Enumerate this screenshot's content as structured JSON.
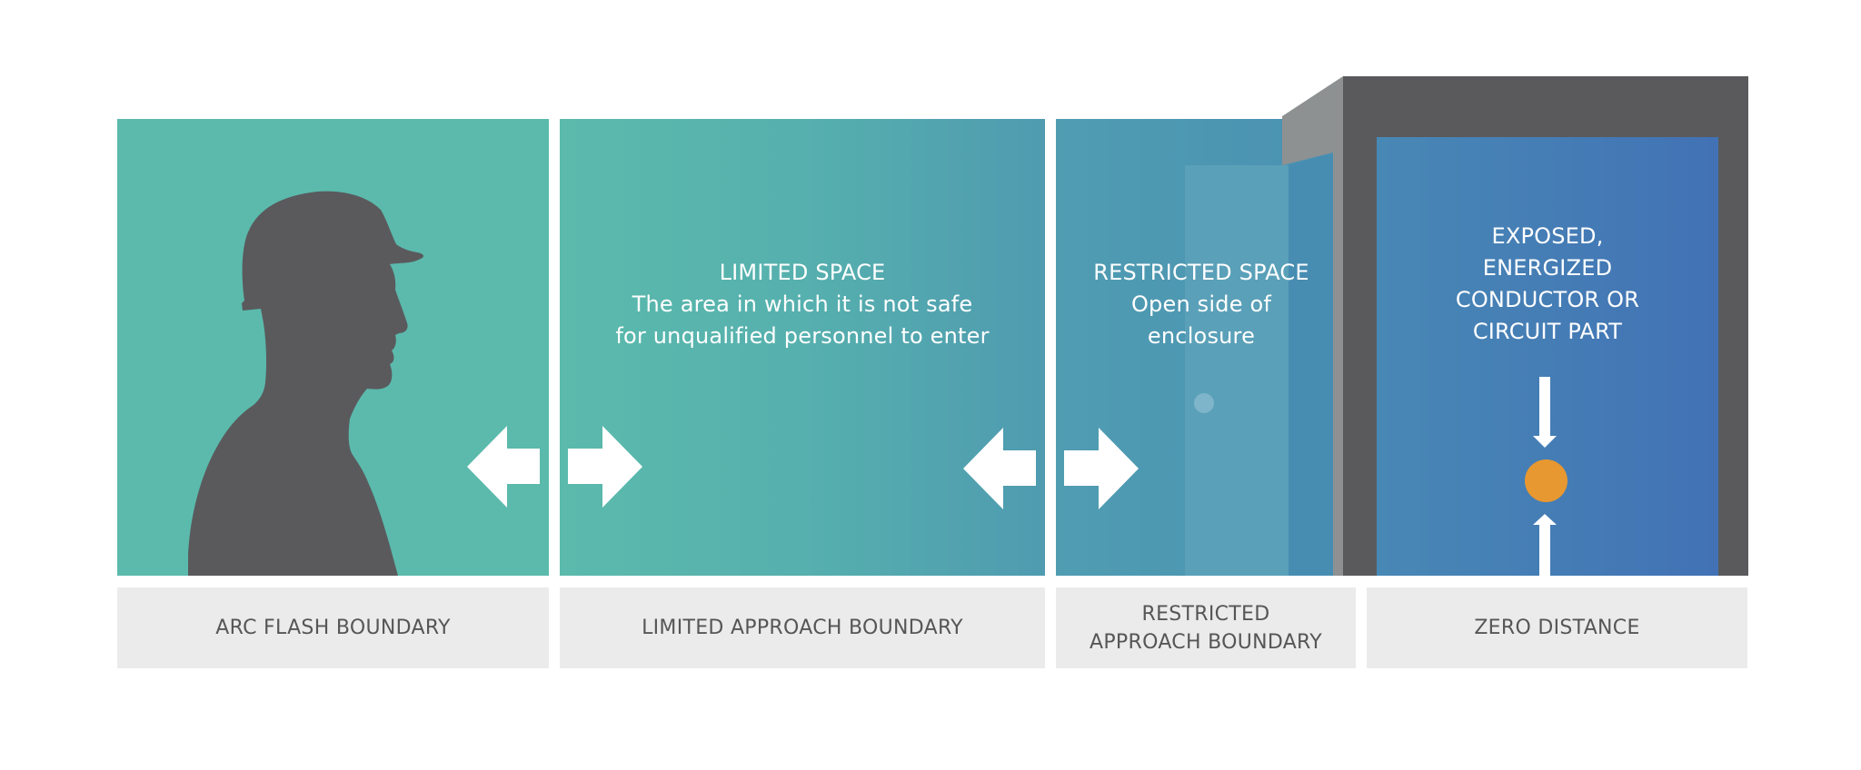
{
  "diagram": {
    "panels": {
      "arc_flash": {
        "label": "ARC FLASH BOUNDARY",
        "figure": "worker-silhouette-with-hard-hat"
      },
      "limited_approach": {
        "title": "LIMITED SPACE",
        "line1": "The area in which it is not safe",
        "line2": "for unqualified personnel to enter",
        "label": "LIMITED APPROACH BOUNDARY"
      },
      "restricted_approach": {
        "title": "RESTRICTED SPACE",
        "line1": "Open side of",
        "line2": "enclosure",
        "label_line1": "RESTRICTED",
        "label_line2": "APPROACH BOUNDARY"
      },
      "zero_distance": {
        "line1": "EXPOSED,",
        "line2": "ENERGIZED",
        "line3": "CONDUCTOR OR",
        "line4": "CIRCUIT PART",
        "label": "ZERO DISTANCE"
      }
    },
    "icons": {
      "boundary_arrows": "double-arrow-left-right",
      "conductor": "orange-dot",
      "converging_arrows": "arrow-down-and-up"
    },
    "colors": {
      "teal": "#5BBAAC",
      "blue": "#4272B5",
      "enclosure_dark": "#5A5A5C",
      "enclosure_bevel": "#8E9192",
      "conductor_orange": "#E89830",
      "label_bg": "#EBEBEB",
      "label_text": "#565656"
    }
  }
}
